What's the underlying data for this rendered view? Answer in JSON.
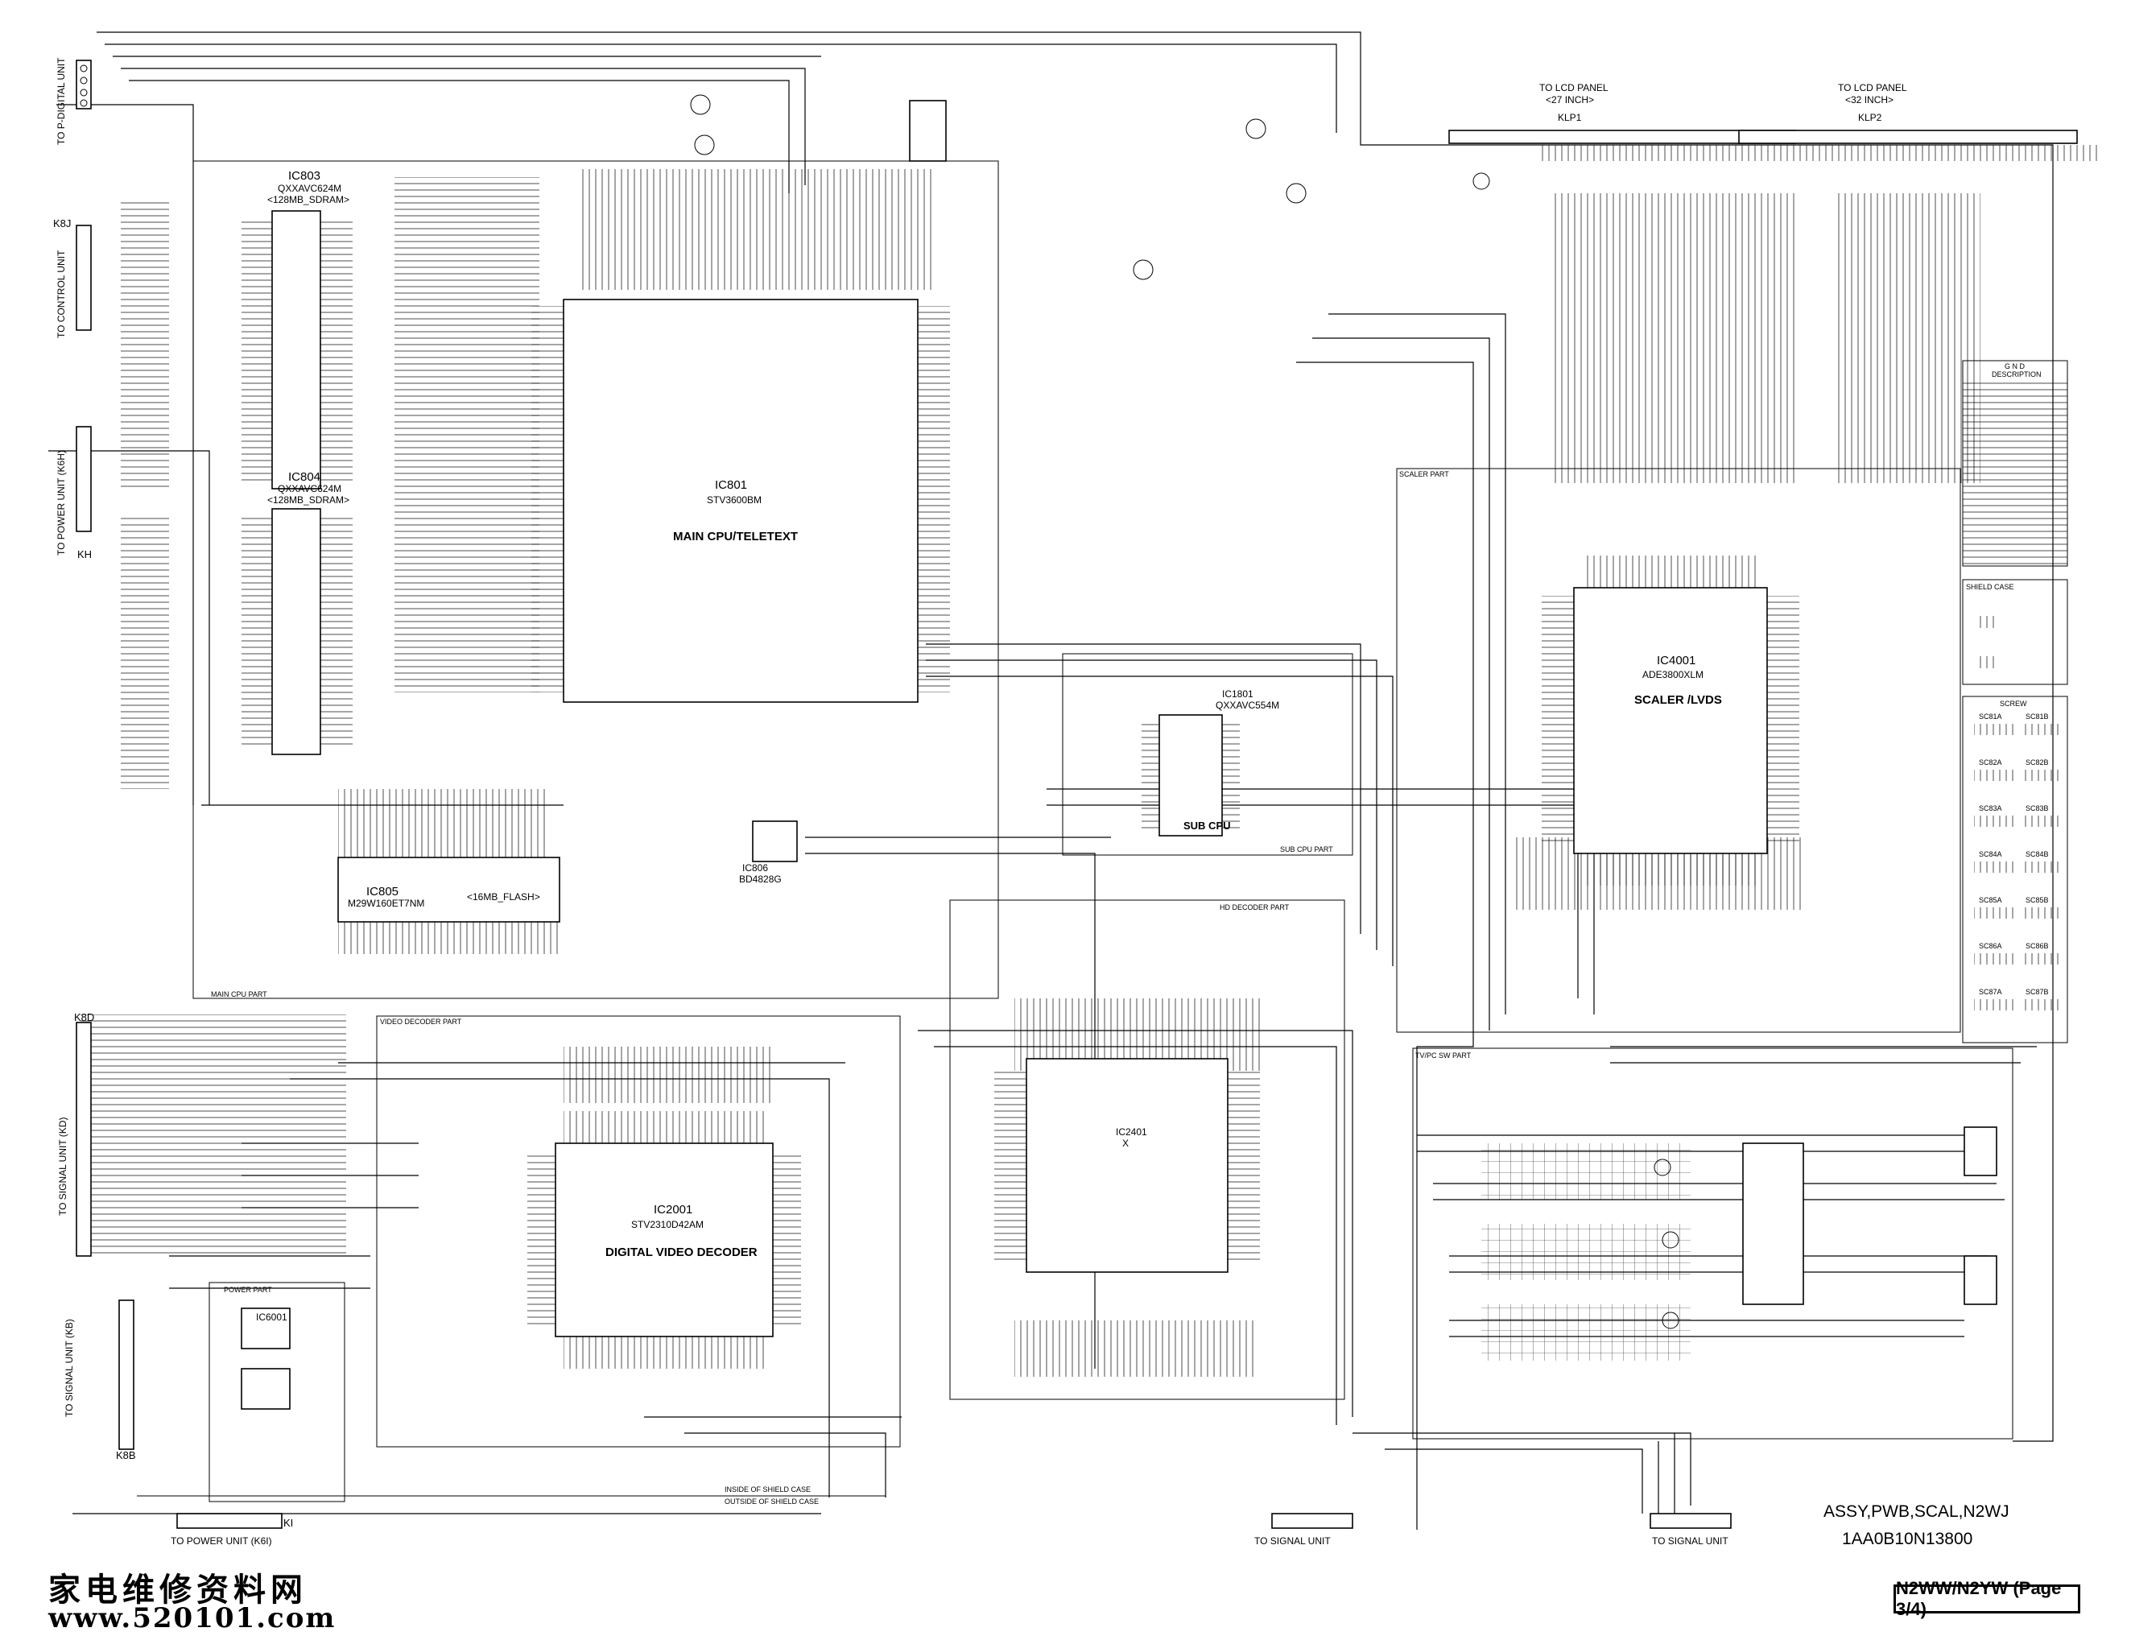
{
  "connectors": {
    "p_digital": "TO P-DIGITAL UNIT",
    "control": "TO CONTROL UNIT",
    "control_ref": "K8J",
    "power_k6h": "TO POWER UNIT (K6H)",
    "power_k6h_ref": "KH",
    "signal_kd": "TO SIGNAL UNIT (KD)",
    "signal_kd_ref": "K8D",
    "signal_kb": "TO SIGNAL UNIT (KB)",
    "signal_kb_ref": "K8B",
    "power_k6i": "TO POWER UNIT (K6I)",
    "power_k6i_ref": "KI",
    "signal_unit_1": "TO SIGNAL UNIT",
    "signal_unit_2": "TO SIGNAL UNIT"
  },
  "lcd_panels": {
    "p27_line1": "TO LCD PANEL",
    "p27_line2": "<27 INCH>",
    "p27_ref": "KLP1",
    "p32_line1": "TO LCD PANEL",
    "p32_line2": "<32 INCH>",
    "p32_ref": "KLP2"
  },
  "chips": {
    "ic803": {
      "ref": "IC803",
      "part": "QXXAVC624M",
      "desc": "<128MB_SDRAM>"
    },
    "ic804": {
      "ref": "IC804",
      "part": "QXXAVC624M",
      "desc": "<128MB_SDRAM>"
    },
    "ic801": {
      "ref": "IC801",
      "part": "STV3600BM",
      "desc": "MAIN CPU/TELETEXT"
    },
    "ic805": {
      "ref": "IC805",
      "part": "M29W160ET7NM",
      "desc": "<16MB_FLASH>"
    },
    "ic806": {
      "ref": "IC806",
      "part": "BD4828G"
    },
    "ic1801": {
      "ref": "IC1801",
      "part": "QXXAVC554M",
      "desc": "SUB CPU"
    },
    "ic4001": {
      "ref": "IC4001",
      "part": "ADE3800XLM",
      "desc": "SCALER /LVDS"
    },
    "ic2001": {
      "ref": "IC2001",
      "part": "STV2310D42AM",
      "desc": "DIGITAL VIDEO DECODER"
    },
    "ic2401": {
      "ref": "IC2401",
      "part": "X"
    },
    "ic6001": {
      "ref": "IC6001"
    }
  },
  "sections": {
    "main_cpu": "MAIN CPU PART",
    "video_decoder": "VIDEO DECODER PART",
    "hd_decoder": "HD DECODER PART",
    "scaler": "SCALER PART",
    "sub_cpu": "SUB CPU PART",
    "tv_pc_sw": "TV/PC SW PART",
    "power": "POWER PART",
    "shield_inside": "INSIDE OF SHIELD CASE",
    "shield_outside": "OUTSIDE OF SHIELD CASE"
  },
  "legend": {
    "gnd_title": "G N D",
    "gnd_desc": "DESCRIPTION",
    "shield_case": "SHIELD CASE",
    "screw": "SCREW",
    "screws": [
      "SC81A",
      "SC81B",
      "SC82A",
      "SC82B",
      "SC83A",
      "SC83B",
      "SC84A",
      "SC84B",
      "SC85A",
      "SC85B",
      "SC86A",
      "SC86B",
      "SC87A",
      "SC87B"
    ]
  },
  "footer": {
    "board_title": "ASSY,PWB,SCAL,N2WJ",
    "board_code": "1AA0B10N13800",
    "page_badge": "N2WW/N2YW (Page 3/4)"
  },
  "watermark": {
    "cn": "家电维修资料网",
    "url": "www.520101.com"
  }
}
